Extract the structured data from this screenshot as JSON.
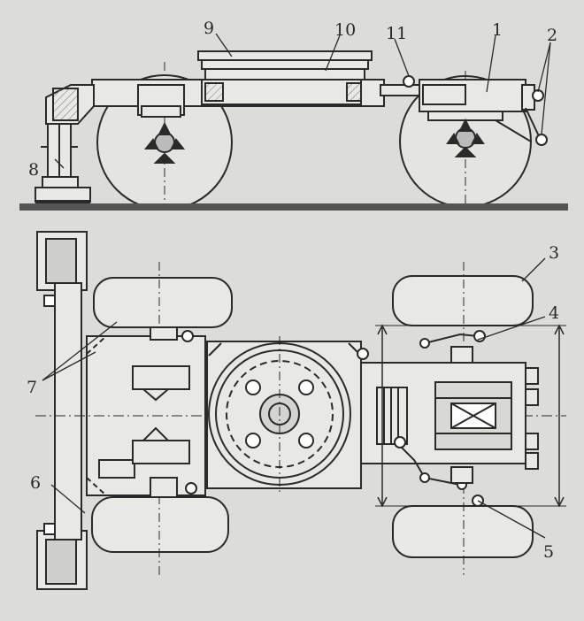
{
  "diagram": {
    "callouts": [
      {
        "id": "1",
        "label": "1"
      },
      {
        "id": "2",
        "label": "2"
      },
      {
        "id": "3",
        "label": "3"
      },
      {
        "id": "4",
        "label": "4"
      },
      {
        "id": "5",
        "label": "5"
      },
      {
        "id": "6",
        "label": "6"
      },
      {
        "id": "7",
        "label": "7"
      },
      {
        "id": "8",
        "label": "8"
      },
      {
        "id": "9",
        "label": "9"
      },
      {
        "id": "10",
        "label": "10"
      },
      {
        "id": "11",
        "label": "11"
      }
    ],
    "colors": {
      "paper": "#dcdcd8",
      "ink": "#2a2a2a",
      "fill_light": "#e8e8e4",
      "band": "#555555"
    }
  }
}
